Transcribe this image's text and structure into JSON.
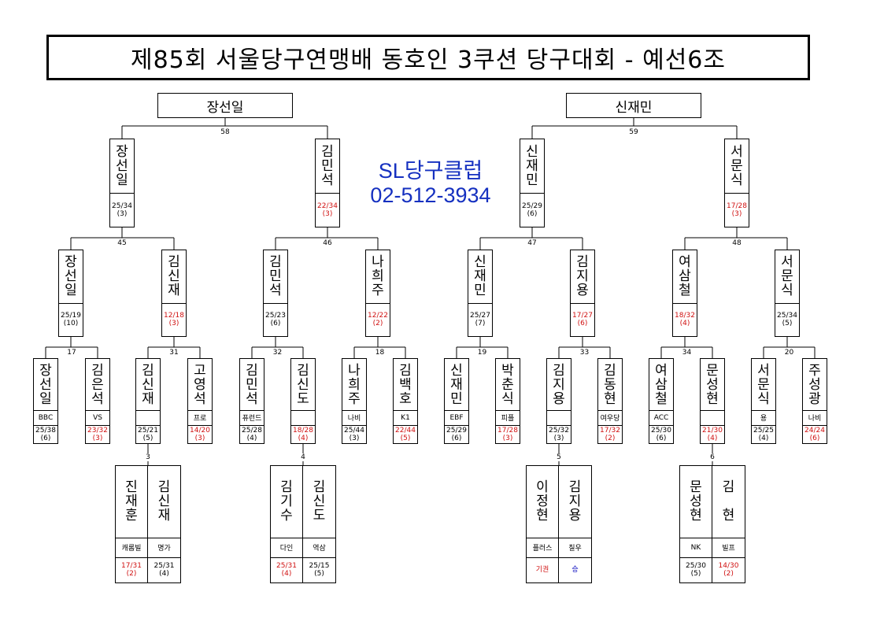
{
  "title": "제85회 서울당구연맹배 동호인 3쿠션 당구대회 - 예선6조",
  "club": {
    "name": "SL당구클럽",
    "phone": "02-512-3934"
  },
  "winners": [
    "장선일",
    "신재민"
  ],
  "final_match_numbers": [
    "58",
    "59"
  ],
  "semi": {
    "match_numbers": [
      "45",
      "46",
      "47",
      "48"
    ],
    "players": [
      {
        "name": "장\n선\n일",
        "score": "25/34",
        "inn": "(3)",
        "red": false
      },
      {
        "name": "김\n민\n석",
        "score": "22/34",
        "inn": "(3)",
        "red": true
      },
      {
        "name": "신\n재\n민",
        "score": "25/29",
        "inn": "(6)",
        "red": false
      },
      {
        "name": "서\n문\n식",
        "score": "17/28",
        "inn": "(3)",
        "red": true
      }
    ]
  },
  "quarter": {
    "match_numbers": [
      "17",
      "31",
      "32",
      "18",
      "19",
      "33",
      "34",
      "20"
    ],
    "players": [
      {
        "name": "장\n선\n일",
        "score": "25/19",
        "inn": "(10)",
        "red": false
      },
      {
        "name": "김\n신\n재",
        "score": "12/18",
        "inn": "(3)",
        "red": true
      },
      {
        "name": "김\n민\n석",
        "score": "25/23",
        "inn": "(6)",
        "red": false
      },
      {
        "name": "나\n희\n주",
        "score": "12/22",
        "inn": "(2)",
        "red": true
      },
      {
        "name": "신\n재\n민",
        "score": "25/27",
        "inn": "(7)",
        "red": false
      },
      {
        "name": "김\n지\n용",
        "score": "17/27",
        "inn": "(6)",
        "red": true
      },
      {
        "name": "여\n삼\n철",
        "score": "18/32",
        "inn": "(4)",
        "red": true
      },
      {
        "name": "서\n문\n식",
        "score": "25/34",
        "inn": "(5)",
        "red": false
      }
    ]
  },
  "r1": {
    "players": [
      {
        "name": "장\n선\n일",
        "club": "BBC",
        "score": "25/38",
        "inn": "(6)",
        "red": false
      },
      {
        "name": "김\n은\n석",
        "club": "VS",
        "score": "23/32",
        "inn": "(3)",
        "red": true
      },
      {
        "name": "김\n신\n재",
        "club": "",
        "score": "25/21",
        "inn": "(5)",
        "red": false
      },
      {
        "name": "고\n영\n석",
        "club": "프로",
        "score": "14/20",
        "inn": "(3)",
        "red": true
      },
      {
        "name": "김\n민\n석",
        "club": "퓨런드",
        "score": "25/28",
        "inn": "(4)",
        "red": false
      },
      {
        "name": "김\n신\n도",
        "club": "",
        "score": "18/28",
        "inn": "(4)",
        "red": true
      },
      {
        "name": "나\n희\n주",
        "club": "나비",
        "score": "25/44",
        "inn": "(3)",
        "red": false
      },
      {
        "name": "김\n백\n호",
        "club": "K1",
        "score": "22/44",
        "inn": "(5)",
        "red": true
      },
      {
        "name": "신\n재\n민",
        "club": "EBF",
        "score": "25/29",
        "inn": "(6)",
        "red": false
      },
      {
        "name": "박\n춘\n식",
        "club": "피플",
        "score": "17/28",
        "inn": "(3)",
        "red": true
      },
      {
        "name": "김\n지\n용",
        "club": "",
        "score": "25/32",
        "inn": "(3)",
        "red": false
      },
      {
        "name": "김\n동\n현",
        "club": "여우당",
        "score": "17/32",
        "inn": "(2)",
        "red": true
      },
      {
        "name": "여\n삼\n철",
        "club": "ACC",
        "score": "25/30",
        "inn": "(6)",
        "red": false
      },
      {
        "name": "문\n성\n현",
        "club": "",
        "score": "21/30",
        "inn": "(4)",
        "red": true
      },
      {
        "name": "서\n문\n식",
        "club": "용",
        "score": "25/25",
        "inn": "(4)",
        "red": false
      },
      {
        "name": "주\n성\n광",
        "club": "나비",
        "score": "24/24",
        "inn": "(6)",
        "red": true
      }
    ]
  },
  "prelim": [
    {
      "match": "3",
      "left": {
        "name": "진\n재\n훈",
        "club": "캐롬빌",
        "score": "17/31",
        "inn": "(2)",
        "red": true
      },
      "right": {
        "name": "김\n신\n재",
        "club": "명가",
        "score": "25/31",
        "inn": "(4)",
        "red": false
      }
    },
    {
      "match": "4",
      "left": {
        "name": "김\n기\n수",
        "club": "다인",
        "score": "25/31",
        "inn": "(4)",
        "red": true
      },
      "right": {
        "name": "김\n신\n도",
        "club": "역삼",
        "score": "25/15",
        "inn": "(5)",
        "red": false
      }
    },
    {
      "match": "5",
      "left": {
        "name": "이\n정\n현",
        "club": "플러스",
        "result": "기권",
        "color": "red"
      },
      "right": {
        "name": "김\n지\n용",
        "club": "칠우",
        "result": "승",
        "color": "blue"
      }
    },
    {
      "match": "6",
      "left": {
        "name": "문\n성\n현",
        "club": "NK",
        "score": "25/30",
        "inn": "(5)",
        "red": false
      },
      "right": {
        "name": "김\n\n현",
        "club": "빌프",
        "score": "14/30",
        "inn": "(2)",
        "red": true
      }
    }
  ]
}
